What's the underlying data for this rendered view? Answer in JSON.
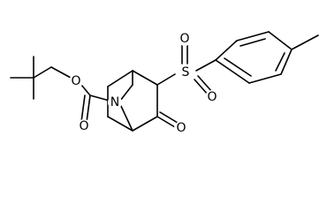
{
  "labels": {
    "ester_oxygen": "O",
    "carbonyl_oxygen_left": "O",
    "nitrogen": "N",
    "ketone_oxygen": "O",
    "sulfur": "S",
    "sulfonyl_oxygen_left": "O",
    "sulfonyl_oxygen_right": "O"
  },
  "colors": {
    "ink": "#000000",
    "background": "#ffffff"
  }
}
